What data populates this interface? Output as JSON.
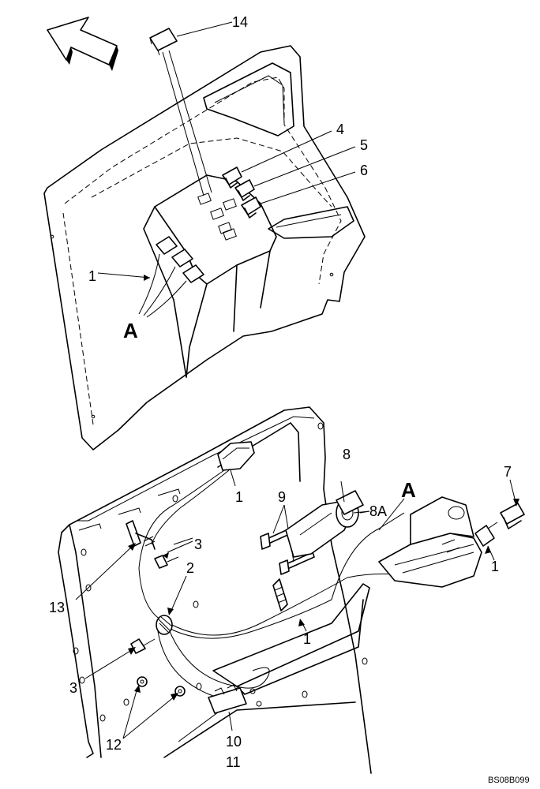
{
  "callouts": {
    "c14": "14",
    "c4": "4",
    "c5": "5",
    "c6": "6",
    "c1_top": "1",
    "cA_top": "A",
    "c8": "8",
    "c7": "7",
    "c1_cable": "1",
    "c9": "9",
    "cA_mid": "A",
    "c8A": "8A",
    "c3_upper": "3",
    "c2": "2",
    "c1_right": "1",
    "c13": "13",
    "c1_wire": "1",
    "c3_lower": "3",
    "c12": "12",
    "c10": "10",
    "c11": "11"
  },
  "figure_code": "BS08B099",
  "icons": {
    "direction_arrow": "front-direction-arrow-icon"
  }
}
